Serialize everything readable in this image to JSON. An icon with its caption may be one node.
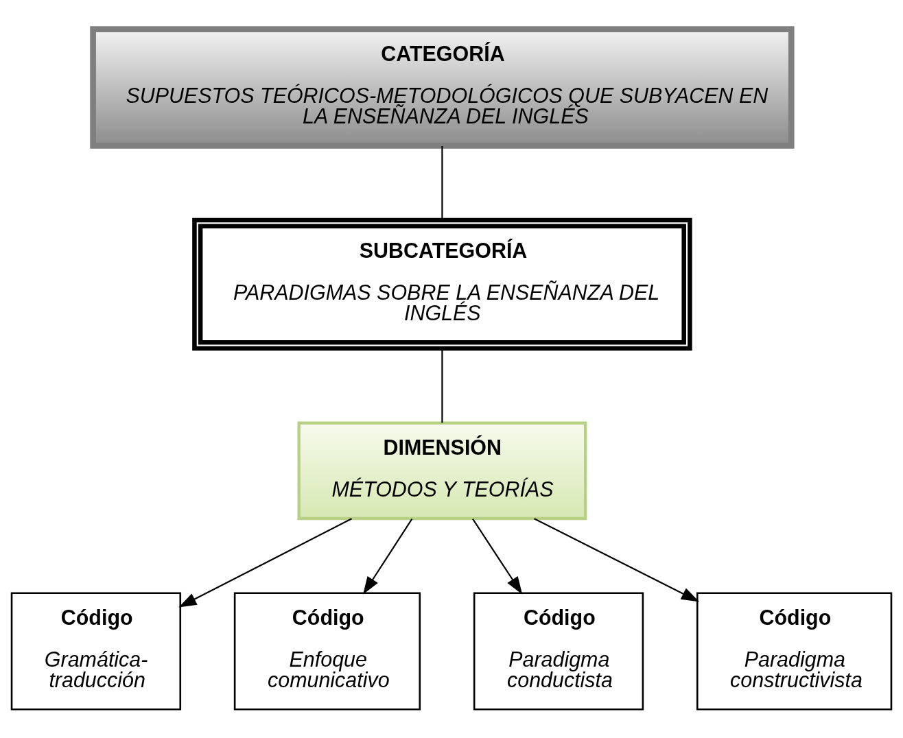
{
  "diagram": {
    "nodes": [
      {
        "text": [
          "CATEGORÍA",
          "SUPUESTOS TEÓRICOS-METODOLÓGICOS QUE SUBYACEN EN LA ENSEÑANZA DEL INGLÉS"
        ]
      },
      {
        "text": [
          "SUBCATEGORÍA",
          "PARADIGMAS SOBRE LA ENSEÑANZA DEL INGLÉS"
        ]
      },
      {
        "text": [
          "DIMENSIÓN",
          "MÉTODOS Y TEORÍAS"
        ]
      },
      {
        "text": [
          "Código",
          "Gramática-traducción"
        ]
      },
      {
        "text": [
          "Código",
          "Enfoque comunicativo"
        ]
      },
      {
        "text": [
          "Código",
          "Paradigma conductista"
        ]
      },
      {
        "text": [
          "Código",
          "Paradigma constructivista"
        ]
      }
    ],
    "edges": [
      {
        "from": 0,
        "to": 1,
        "arrow": "none"
      },
      {
        "from": 1,
        "to": 2,
        "arrow": "none"
      },
      {
        "from": 2,
        "to": 3,
        "arrow": "to"
      },
      {
        "from": 2,
        "to": 4,
        "arrow": "to"
      },
      {
        "from": 2,
        "to": 5,
        "arrow": "to"
      },
      {
        "from": 2,
        "to": 6,
        "arrow": "to"
      }
    ]
  }
}
